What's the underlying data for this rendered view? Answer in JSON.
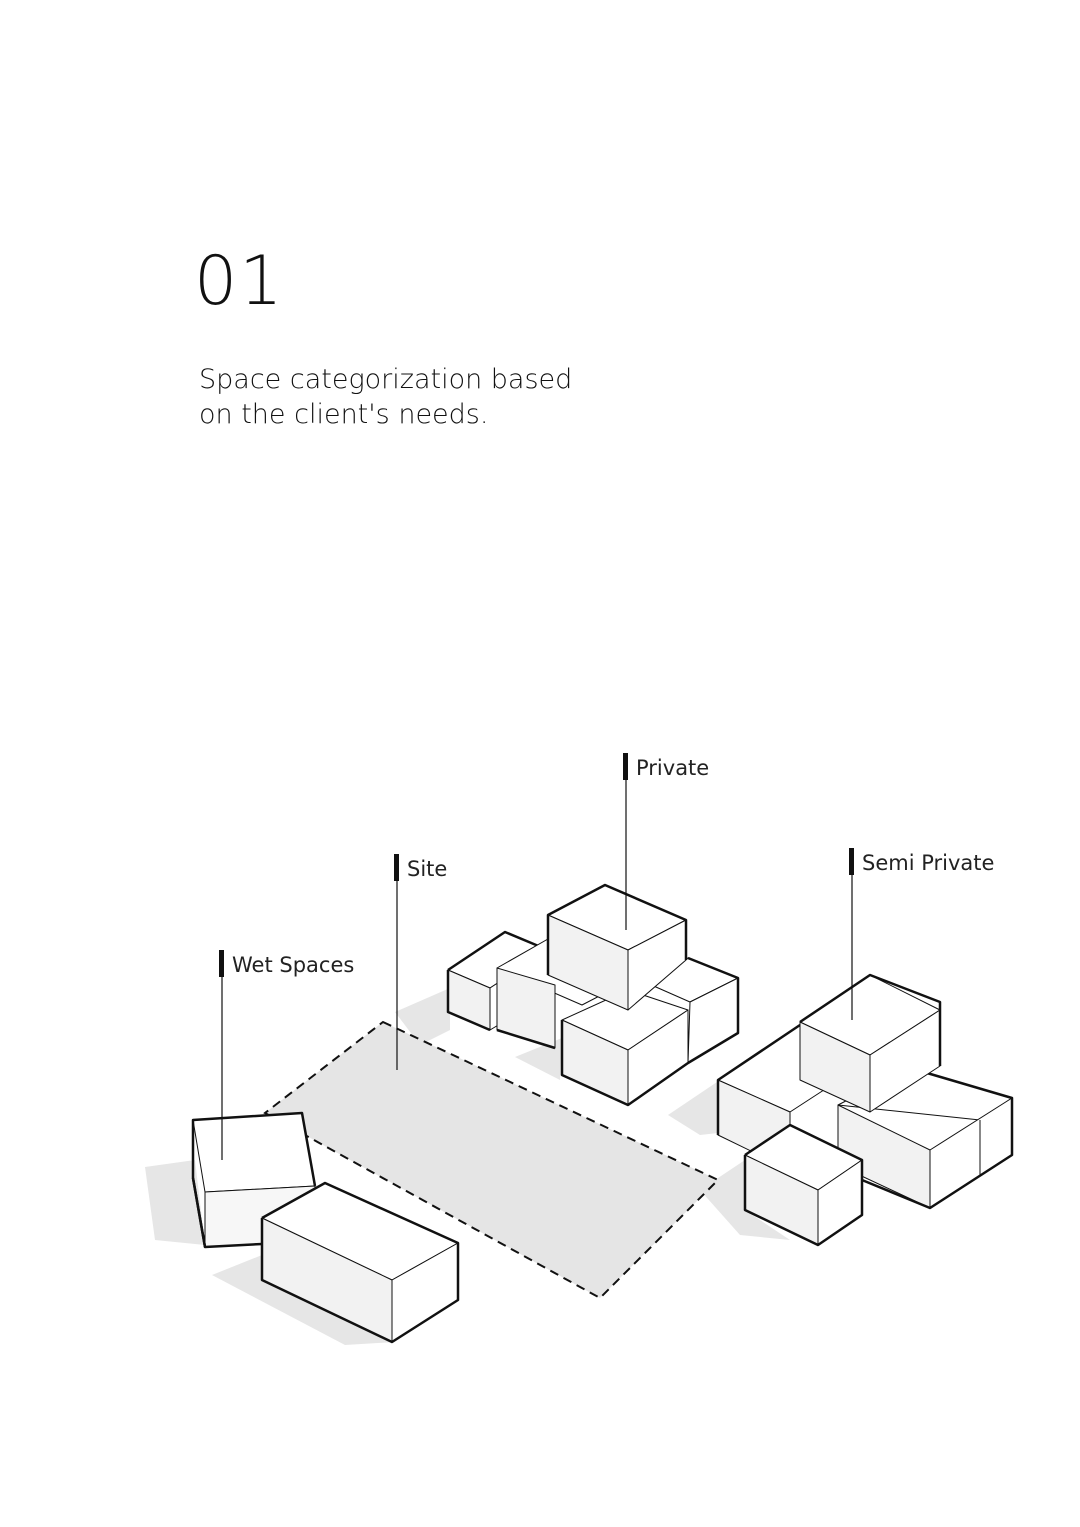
{
  "header": {
    "number": "01",
    "description_lines": [
      "Space categorization based",
      "on the client's needs."
    ]
  },
  "diagram": {
    "labels": {
      "private": "Private",
      "site": "Site",
      "semi_private": "Semi Private",
      "wet_spaces": "Wet Spaces"
    }
  },
  "colors": {
    "stroke": "#111111",
    "box_face": "#ffffff",
    "box_side": "#f1f1f1",
    "shadow": "#e6e6e6",
    "site_fill": "#e5e5e5"
  }
}
